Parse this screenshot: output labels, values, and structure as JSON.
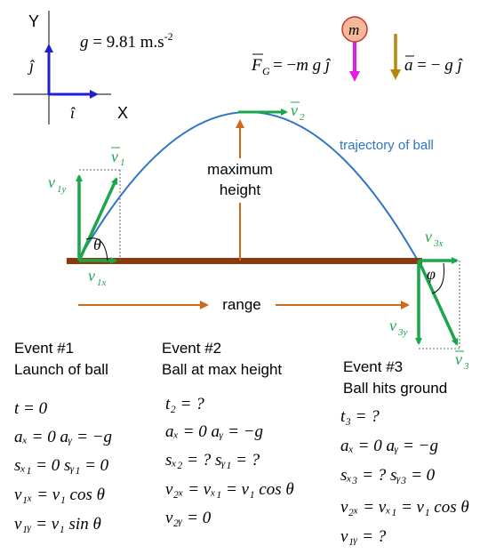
{
  "axes": {
    "y_label": "Y",
    "x_label": "X",
    "j_hat": "ĵ",
    "i_hat": "î"
  },
  "gravity": "g = 9.81 m.s",
  "gravity_exp": "-2",
  "force_eq": "F = −m g ĵ",
  "force_sub": "G",
  "accel_eq": "a = − g  ĵ",
  "mass_label": "m",
  "labels": {
    "v1": "v",
    "v1_sub": "1",
    "v1y": "v",
    "v1y_sub": "1y",
    "v1x": "v",
    "v1x_sub": "1x",
    "theta": "θ",
    "v2": "v",
    "v2_sub": "2",
    "max_height_1": "maximum",
    "max_height_2": "height",
    "trajectory": "trajectory of ball",
    "v3x": "v",
    "v3x_sub": "3x",
    "v3y": "v",
    "v3y_sub": "3y",
    "v3": "v",
    "v3_sub": "3",
    "phi": "φ",
    "range": "range"
  },
  "events": [
    {
      "title": "Event #1",
      "subtitle": "Launch of ball",
      "lines": [
        "t = 0",
        "aₓ = 0    aᵧ = −g",
        "sₓ₁ = 0    sᵧ₁ = 0",
        "v₁ₓ = v₁ cos θ",
        "v₁ᵧ = v₁ sin θ"
      ]
    },
    {
      "title": "Event #2",
      "subtitle": "Ball at max height",
      "lines": [
        "t₂ = ?",
        "aₓ = 0    aᵧ = −g",
        "sₓ₂ = ?    sᵧ₁ = ?",
        "v₂ₓ = vₓ₁ = v₁ cos θ",
        "v₂ᵧ = 0"
      ]
    },
    {
      "title": "Event #3",
      "subtitle": "Ball hits ground",
      "lines": [
        "t₃ = ?",
        "aₓ = 0    aᵧ = −g",
        "sₓ₃ = ?    sᵧ₃ = 0",
        "v₂ₓ = vₓ₁ = v₁ cos θ",
        "v₁ᵧ = ?"
      ]
    }
  ],
  "colors": {
    "green": "#1aa64a",
    "blue_axis": "#1f1fd6",
    "trajectory": "#2e75c6",
    "brown": "#8b3a0f",
    "orange": "#d06a1a",
    "magenta": "#e41be4",
    "gold": "#b8860b"
  }
}
